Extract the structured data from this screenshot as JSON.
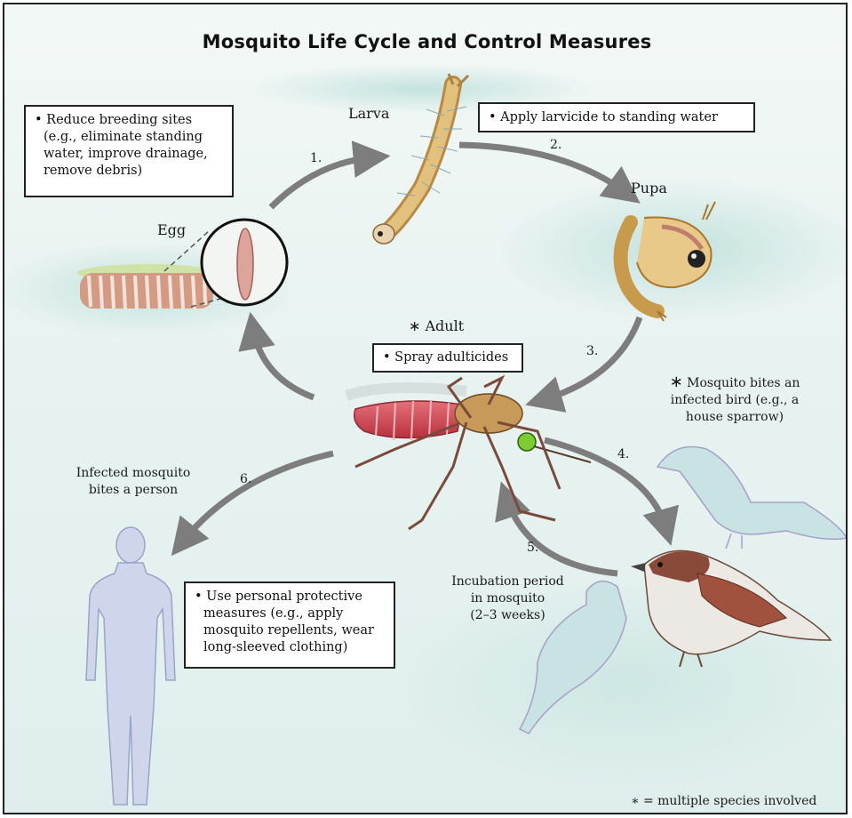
{
  "title": "Mosquito Life Cycle and Control Measures",
  "stages": {
    "larva": "Larva",
    "pupa": "Pupa",
    "egg": "Egg",
    "adult_star": "∗",
    "adult": "Adult"
  },
  "steps": [
    "1.",
    "2.",
    "3.",
    "4.",
    "5.",
    "6."
  ],
  "boxes": {
    "breeding": [
      "• Reduce breeding sites",
      "(e.g., eliminate standing",
      "water, improve drainage,",
      "remove debris)"
    ],
    "larvicide": "• Apply larvicide to standing water",
    "adulticide": "• Spray adulticides",
    "protective": [
      "• Use personal protective",
      "measures (e.g., apply",
      "mosquito repellents, wear",
      "long-sleeved clothing)"
    ]
  },
  "notes": {
    "bird_star": "∗",
    "bird_bite": [
      "Mosquito bites an",
      "infected bird (e.g., a",
      "house sparrow)"
    ],
    "person_bite": [
      "Infected mosquito",
      "bites a person"
    ],
    "incubation": [
      "Incubation period",
      "in mosquito",
      "(2–3 weeks)"
    ],
    "footnote": "∗ = multiple species involved"
  },
  "colors": {
    "arrow": "#7d7d7d",
    "larva": "#d9b271",
    "pupa": "#e8c57e",
    "egg": "#d79b86",
    "mosquito_body": "#c9434f",
    "mosquito_eye": "#7ccc33",
    "silhouette": "#cfd6ec",
    "sparrow": "#8a4a3a"
  }
}
